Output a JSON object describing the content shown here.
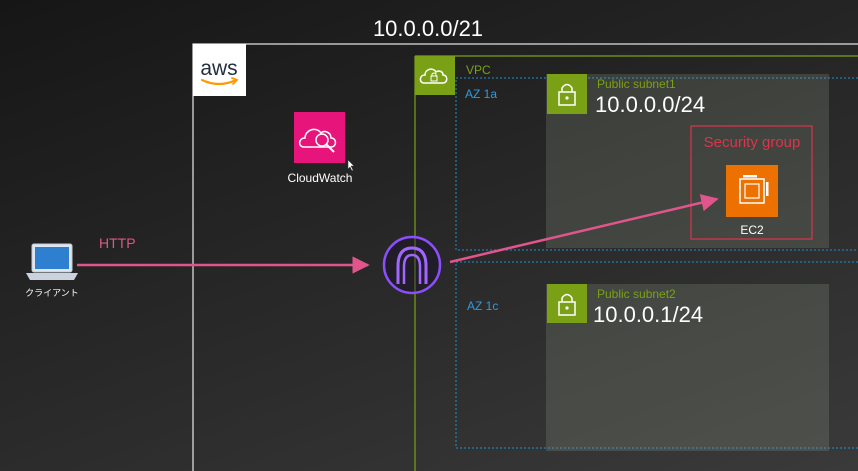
{
  "title": "10.0.0.0/21",
  "aws": {
    "logo_text": "aws"
  },
  "vpc": {
    "label": "VPC"
  },
  "az": [
    {
      "label": "AZ 1a"
    },
    {
      "label": "AZ 1c"
    }
  ],
  "subnets": [
    {
      "name": "Public subnet1",
      "cidr": "10.0.0.0/24"
    },
    {
      "name": "Public subnet2",
      "cidr": "10.0.0.1/24"
    }
  ],
  "security_group": {
    "label": "Security group"
  },
  "ec2": {
    "label": "EC2"
  },
  "cloudwatch": {
    "label": "CloudWatch"
  },
  "client": {
    "label": "クライアント"
  },
  "connections": [
    {
      "label": "HTTP"
    }
  ],
  "colors": {
    "vpc_green": "#7aa116",
    "az_blue": "#1f8fd6",
    "security_red": "#dd344c",
    "cloudwatch_pink": "#e7157b",
    "ec2_orange": "#ed7100",
    "igw_purple": "#8c4fff",
    "arrow_pink": "#e0558c"
  }
}
